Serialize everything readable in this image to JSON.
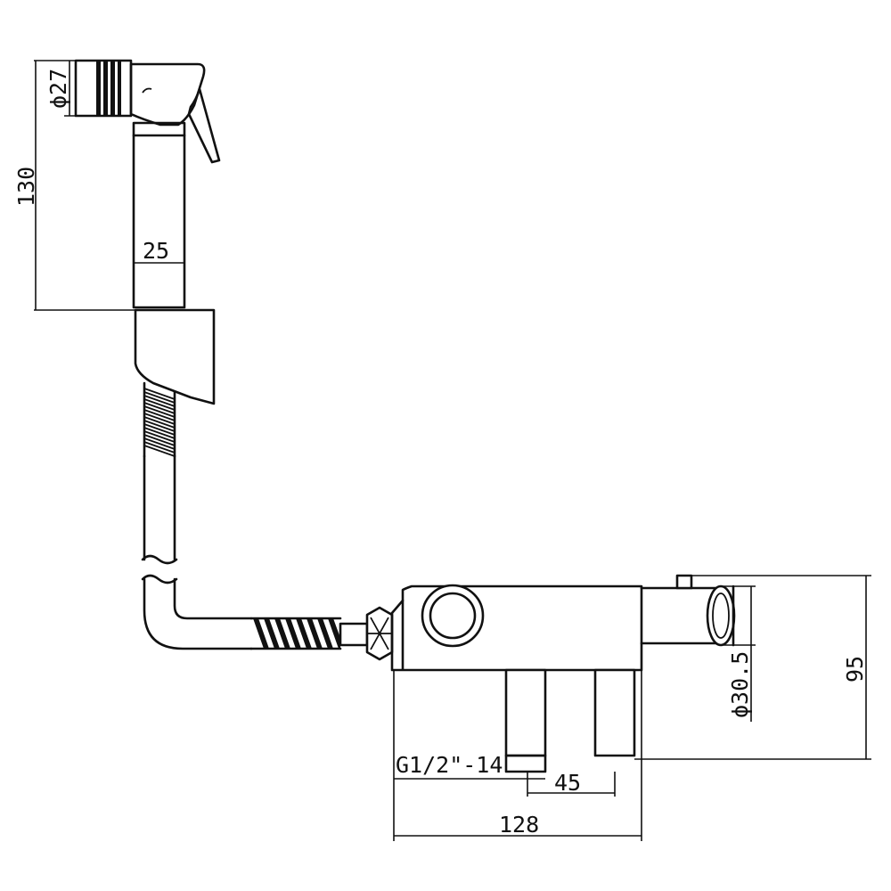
{
  "dimensions": {
    "head_diameter": "ϕ27",
    "total_height": "130",
    "handle_width": "25",
    "outlet_diameter": "ϕ30.5",
    "valve_height": "95",
    "thread_spec": "G1/2\"-14",
    "inlet_spacing": "45",
    "valve_length": "128"
  },
  "colors": {
    "line": "#111111",
    "background": "#ffffff"
  }
}
